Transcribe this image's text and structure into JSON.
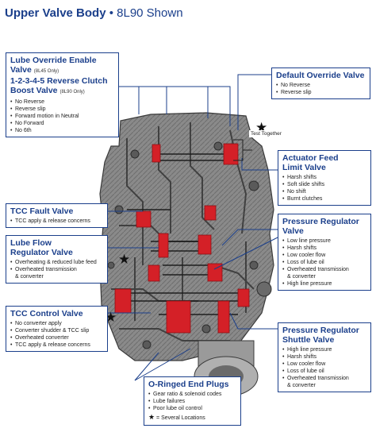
{
  "title": {
    "main": "Upper Valve Body",
    "sep": " • ",
    "sub": "8L90 Shown"
  },
  "callouts": {
    "lube_override": {
      "title1": "Lube Override Enable",
      "title2": "Valve",
      "note1": "(8L45 Only)",
      "title3": "1-2-3-4-5 Reverse Clutch",
      "title4": "Boost Valve",
      "note2": "(8L90 Only)",
      "items": [
        "No Reverse",
        "Reverse slip",
        "Forward motion in Neutral",
        "No Forward",
        "No 6th"
      ]
    },
    "default_override": {
      "title": "Default Override Valve",
      "items": [
        "No Reverse",
        "Reverse slip"
      ]
    },
    "actuator_feed": {
      "title1": "Actuator Feed",
      "title2": "Limit Valve",
      "items": [
        "Harsh shifts",
        "Soft slide shifts",
        "No shift",
        "Burnt clutches"
      ]
    },
    "tcc_fault": {
      "title": "TCC Fault Valve",
      "items": [
        "TCC apply & release concerns"
      ]
    },
    "pressure_regulator": {
      "title1": "Pressure Regulator",
      "title2": "Valve",
      "items": [
        "Low line pressure",
        "Harsh shifts",
        "Low cooler flow",
        "Loss of lube oil",
        "Overheated transmission",
        "& converter",
        "High line pressure"
      ]
    },
    "lube_flow": {
      "title1": "Lube Flow",
      "title2": "Regulator Valve",
      "items": [
        "Overheating & reduced lube feed",
        "Overheated transmission",
        "& converter"
      ]
    },
    "tcc_control": {
      "title": "TCC Control Valve",
      "items": [
        "No converter apply",
        "Converter shudder & TCC slip",
        "Overheated converter",
        "TCC apply & release concerns"
      ]
    },
    "pressure_shuttle": {
      "title1": "Pressure Regulator",
      "title2": "Shuttle Valve",
      "items": [
        "High line pressure",
        "Harsh shifts",
        "Low cooler flow",
        "Loss of lube oil",
        "Overheated transmission",
        "& converter"
      ]
    },
    "oring": {
      "title": "O-Ringed End Plugs",
      "items": [
        "Gear ratio & solenoid codes",
        "Lube failures",
        "Poor lube oil control"
      ],
      "legend": "= Several Locations"
    }
  },
  "test_together": "Test Together",
  "colors": {
    "blue": "#1b3f8b",
    "red": "#d42027",
    "body": "#7a7a7a",
    "dark": "#3a3a3a"
  }
}
